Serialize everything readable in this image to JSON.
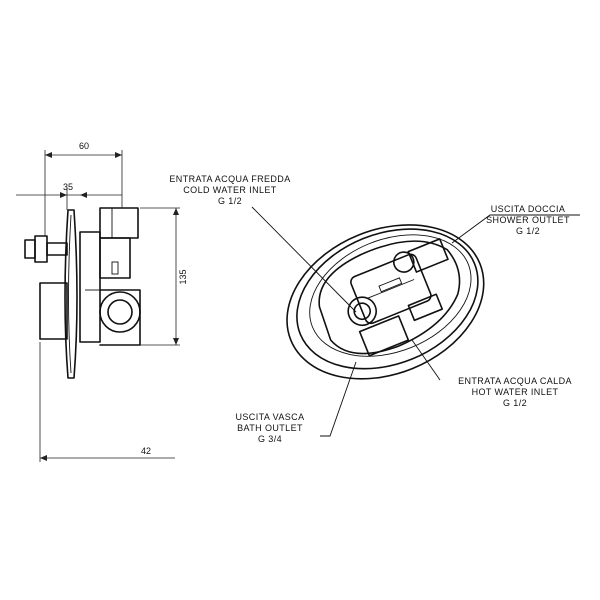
{
  "dimensions": {
    "overall_depth": "60",
    "body_depth": "35",
    "height": "135",
    "plate_to_spout": "42"
  },
  "labels": {
    "cold_inlet": {
      "line1": "ENTRATA ACQUA FREDDA",
      "line2": "COLD WATER INLET",
      "line3": "G 1/2"
    },
    "shower_outlet": {
      "line1": "USCITA DOCCIA",
      "line2": "SHOWER OUTLET",
      "line3": "G 1/2"
    },
    "hot_inlet": {
      "line1": "ENTRATA  ACQUA CALDA",
      "line2": "HOT WATER INLET",
      "line3": "G 1/2"
    },
    "bath_outlet": {
      "line1": "USCITA VASCA",
      "line2": "BATH OUTLET",
      "line3": "G 3/4"
    }
  }
}
